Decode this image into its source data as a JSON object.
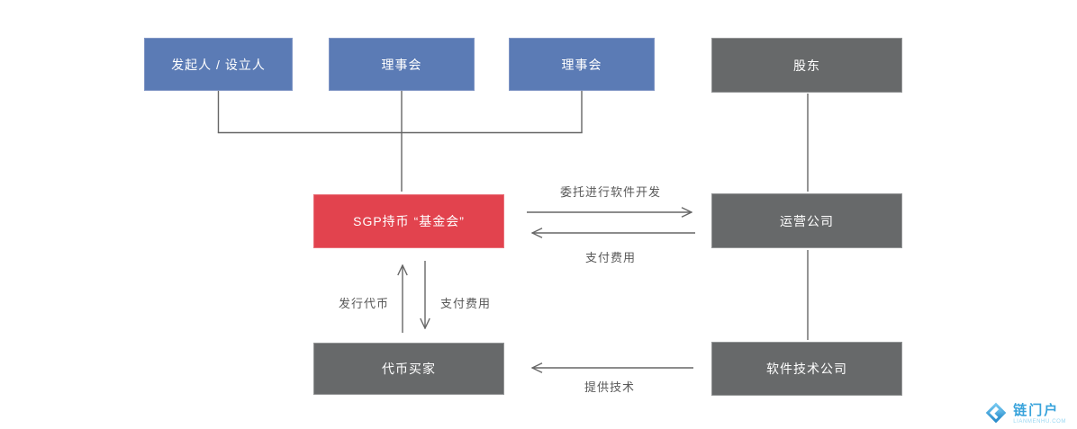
{
  "diagram": {
    "nodes": {
      "founder": {
        "label": "发起人 / 设立人"
      },
      "council_1": {
        "label": "理事会"
      },
      "council_2": {
        "label": "理事会"
      },
      "shareholder": {
        "label": "股东"
      },
      "foundation": {
        "label": "SGP持币 “基金会”"
      },
      "operating_company": {
        "label": "运营公司"
      },
      "token_buyer": {
        "label": "代币买家"
      },
      "software_company": {
        "label": "软件技术公司"
      }
    },
    "edge_labels": {
      "commission_dev": "委托进行软件开发",
      "pay_fee_to_operator": "支付费用",
      "issue_token": "发行代币",
      "pay_fee_to_foundation": "支付费用",
      "provide_tech": "提供技术"
    },
    "colors": {
      "node_blue": "#5b7bb5",
      "node_red": "#e2434e",
      "node_gray": "#67696a",
      "connector": "#666666",
      "edge_label_text": "#595959"
    }
  },
  "watermark": {
    "brand": "链门户",
    "domain": "LIANMENHU.COM"
  }
}
